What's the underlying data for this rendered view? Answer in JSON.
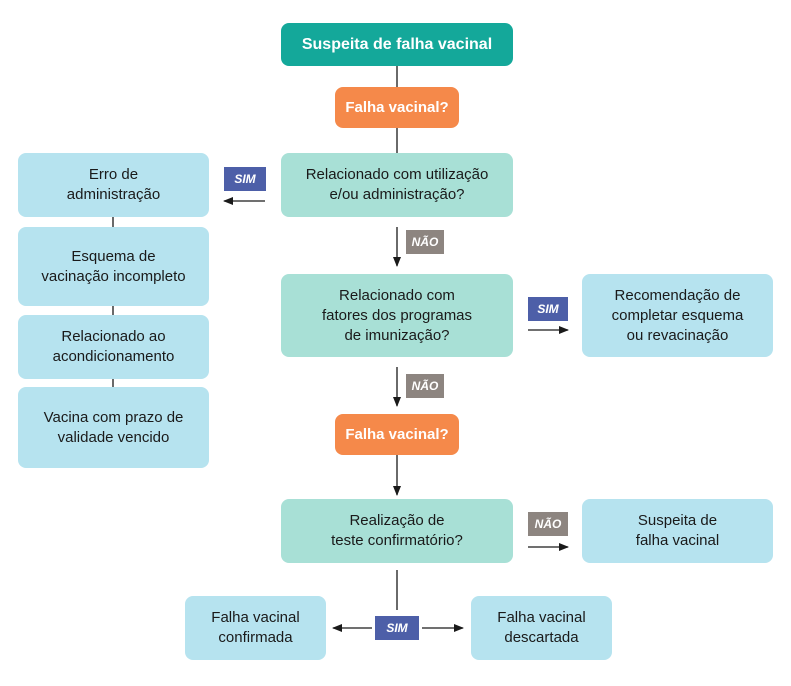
{
  "nodes": {
    "start": "Suspeita de falha vacinal",
    "q1": "Falha vacinal?",
    "q2": "Relacionado com utilização\ne/ou administração?",
    "erro": "Erro de\nadministração",
    "esquema": "Esquema de\nvacinação incompleto",
    "acond": "Relacionado ao\nacondicionamento",
    "prazo": "Vacina com prazo de\nvalidade vencido",
    "q3": "Relacionado com\nfatores dos programas\nde imunização?",
    "recom": "Recomendação de\ncompletar esquema\nou revacinação",
    "q4": "Falha vacinal?",
    "q5": "Realização de\nteste confirmatório?",
    "suspeita": "Suspeita de\nfalha vacinal",
    "confirmada": "Falha vacinal\nconfirmada",
    "descartada": "Falha vacinal\ndescartada"
  },
  "labels": {
    "sim": "SIM",
    "nao": "NÃO"
  },
  "colors": {
    "dark_teal": "#14a89a",
    "light_teal": "#a8e0d6",
    "light_blue": "#b6e3ef",
    "orange": "#f5894a",
    "sim_tag": "#4d5fa8",
    "nao_tag": "#8d8580"
  }
}
